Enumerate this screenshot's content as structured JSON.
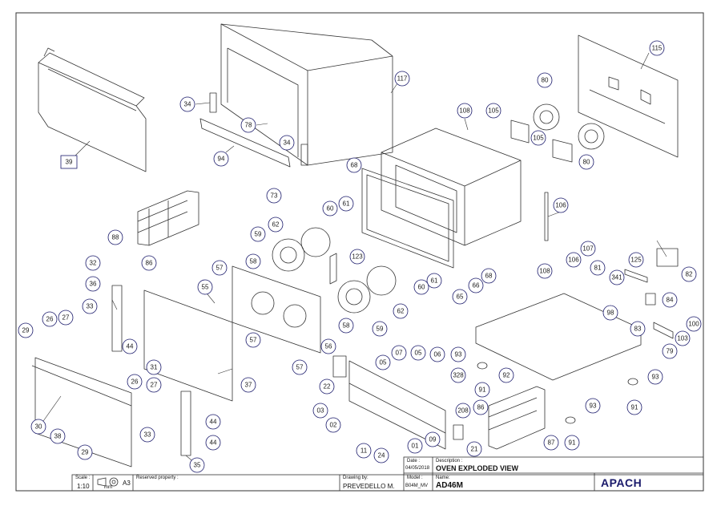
{
  "callouts": [
    "115",
    "117",
    "34",
    "78",
    "94",
    "34",
    "39",
    "108",
    "105",
    "80",
    "105",
    "80",
    "68",
    "73",
    "61",
    "60",
    "62",
    "88",
    "59",
    "106",
    "107",
    "106",
    "125",
    "82",
    "86",
    "57",
    "58",
    "123",
    "108",
    "81",
    "341",
    "32",
    "36",
    "55",
    "61",
    "66",
    "60",
    "62",
    "65",
    "68",
    "98",
    "84",
    "33",
    "29",
    "26",
    "27",
    "44",
    "58",
    "59",
    "57",
    "56",
    "83",
    "103",
    "100",
    "79",
    "31",
    "37",
    "93",
    "05",
    "07",
    "05",
    "06",
    "22",
    "328",
    "92",
    "26",
    "27",
    "57",
    "91",
    "93",
    "30",
    "38",
    "29",
    "44",
    "03",
    "208",
    "86",
    "93",
    "02",
    "44",
    "33",
    "35",
    "01",
    "09",
    "11",
    "24",
    "21",
    "87",
    "91",
    "91"
  ],
  "title_block": {
    "date_label": "Date :",
    "date_value": "04/05/2018",
    "description_label": "Description :",
    "description_value": "OVEN EXPLODED VIEW",
    "model_label": "Model :",
    "model_value": "B04M_MV",
    "name_label": "Name:",
    "name_value": "AD46M",
    "brand": "APACH",
    "scale_label": "Scale :",
    "scale_value": "1:10",
    "unit": "mm",
    "sheet_size": "A3",
    "reserved_label": "Reserved property :",
    "drawing_by_label": "Drawing by:",
    "drawing_by_value": "PREVEDELLO M."
  },
  "colors": {
    "line": "#333333",
    "bubble_stroke": "#1a1a6b",
    "hatch": "#555555"
  }
}
